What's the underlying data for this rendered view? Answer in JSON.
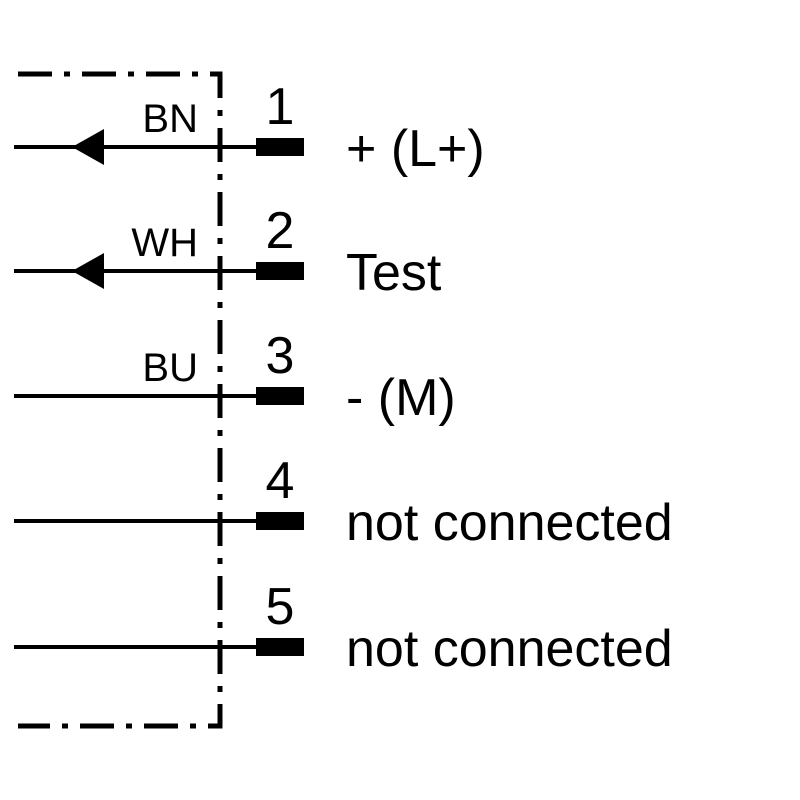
{
  "pins": [
    {
      "number": "1",
      "wire_color": "BN",
      "signal": "+ (L+)",
      "arrow": true
    },
    {
      "number": "2",
      "wire_color": "WH",
      "signal": "Test",
      "arrow": true
    },
    {
      "number": "3",
      "wire_color": "BU",
      "signal": "- (M)",
      "arrow": false
    },
    {
      "number": "4",
      "wire_color": "",
      "signal": "not connected",
      "arrow": false
    },
    {
      "number": "5",
      "wire_color": "",
      "signal": "not connected",
      "arrow": false
    }
  ],
  "colors": {
    "line": "#000000",
    "background": "#ffffff"
  }
}
